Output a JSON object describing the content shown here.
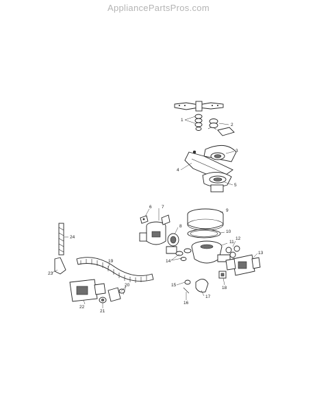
{
  "watermark": "AppliancePartsPros.com",
  "parts": [
    {
      "id": "1",
      "label": "1"
    },
    {
      "id": "2",
      "label": "2"
    },
    {
      "id": "3",
      "label": "3"
    },
    {
      "id": "4",
      "label": "4"
    },
    {
      "id": "5",
      "label": "5"
    },
    {
      "id": "6",
      "label": "6"
    },
    {
      "id": "7",
      "label": "7"
    },
    {
      "id": "8",
      "label": "8"
    },
    {
      "id": "9",
      "label": "9"
    },
    {
      "id": "10",
      "label": "10"
    },
    {
      "id": "11",
      "label": "11"
    },
    {
      "id": "12",
      "label": "12"
    },
    {
      "id": "13",
      "label": "13"
    },
    {
      "id": "14",
      "label": "14"
    },
    {
      "id": "15",
      "label": "15"
    },
    {
      "id": "16",
      "label": "16"
    },
    {
      "id": "17",
      "label": "17"
    },
    {
      "id": "18",
      "label": "18"
    },
    {
      "id": "19",
      "label": "19"
    },
    {
      "id": "20",
      "label": "20"
    },
    {
      "id": "21",
      "label": "21"
    },
    {
      "id": "22",
      "label": "22"
    },
    {
      "id": "23",
      "label": "23"
    },
    {
      "id": "24",
      "label": "24"
    }
  ]
}
